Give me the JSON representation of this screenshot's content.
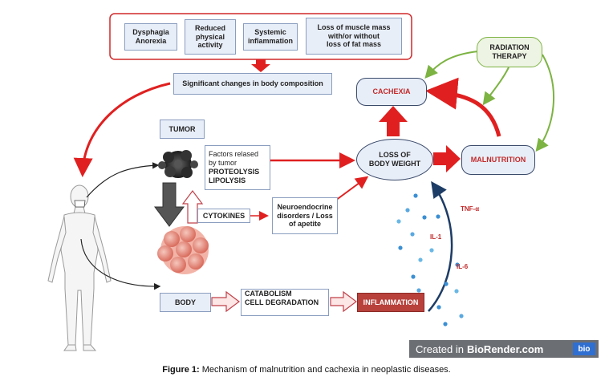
{
  "top_factors": [
    {
      "text": "Dysphagia\nAnorexia"
    },
    {
      "text": "Reduced\nphysical\nactivity"
    },
    {
      "text": "Systemic\ninflammation"
    },
    {
      "text": "Loss of muscle mass\nwith/or without\nloss of fat mass"
    }
  ],
  "composition_label": "Significant changes in body composition",
  "tumor_label": "TUMOR",
  "tumor_factors": {
    "line1": "Factors relased",
    "line2": "by tumor",
    "line3": "PROTEOLYSIS",
    "line4": "LIPOLYSIS"
  },
  "cytokines_label": "CYTOKINES",
  "neuroendocrine_label": "Neuroendocrine\ndisorders / Loss\nof apetite",
  "body_label": "BODY",
  "catabolism": {
    "line1": "CATABOLISM",
    "line2": "CELL DEGRADATION"
  },
  "inflammation_label": "INFLAMMATION",
  "loss_weight_label": "LOSS OF\nBODY WEIGHT",
  "cachexia_label": "CACHEXIA",
  "malnutrition_label": "MALNUTRITION",
  "radiation_label": "RADIATION\nTHERAPY",
  "cytokine_names": {
    "tnf": "TNF-α",
    "il1": "IL-1",
    "il6": "IL-6"
  },
  "badge": {
    "prefix": "Created in",
    "brand": "BioRender.com",
    "logo": "bio"
  },
  "caption": {
    "label": "Figure 1:",
    "text": " Mechanism of malnutrition and cachexia in neoplastic diseases."
  },
  "colors": {
    "red": "#e02020",
    "green": "#7cb342",
    "navy": "#1d3c66",
    "box_fill": "#e8eef8"
  }
}
